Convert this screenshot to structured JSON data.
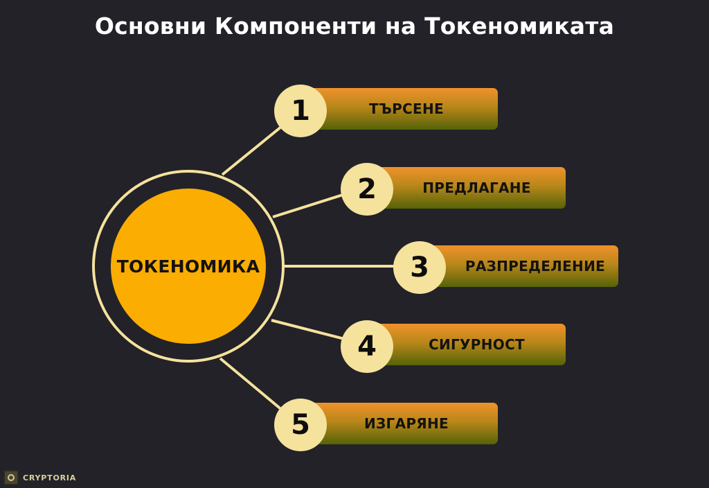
{
  "title": "Основни Компоненти на Токеномиката",
  "center": {
    "label": "ТОКЕНОМИКА"
  },
  "components": [
    {
      "number": "1",
      "label": "ТЪРСЕНЕ"
    },
    {
      "number": "2",
      "label": "ПРЕДЛАГАНЕ"
    },
    {
      "number": "3",
      "label": "РАЗПРЕДЕЛЕНИЕ"
    },
    {
      "number": "4",
      "label": "СИГУРНОСТ"
    },
    {
      "number": "5",
      "label": "ИЗГАРЯНЕ"
    }
  ],
  "brand": {
    "name": "CRYPTORIA",
    "icon": "cryptoria-logo-icon"
  },
  "colors": {
    "background": "#232228",
    "center_fill": "#fcad02",
    "ring_and_badges": "#f5e29d",
    "bar_top": "#f0922b",
    "bar_bottom": "#556308",
    "title_text": "#ffffff"
  }
}
